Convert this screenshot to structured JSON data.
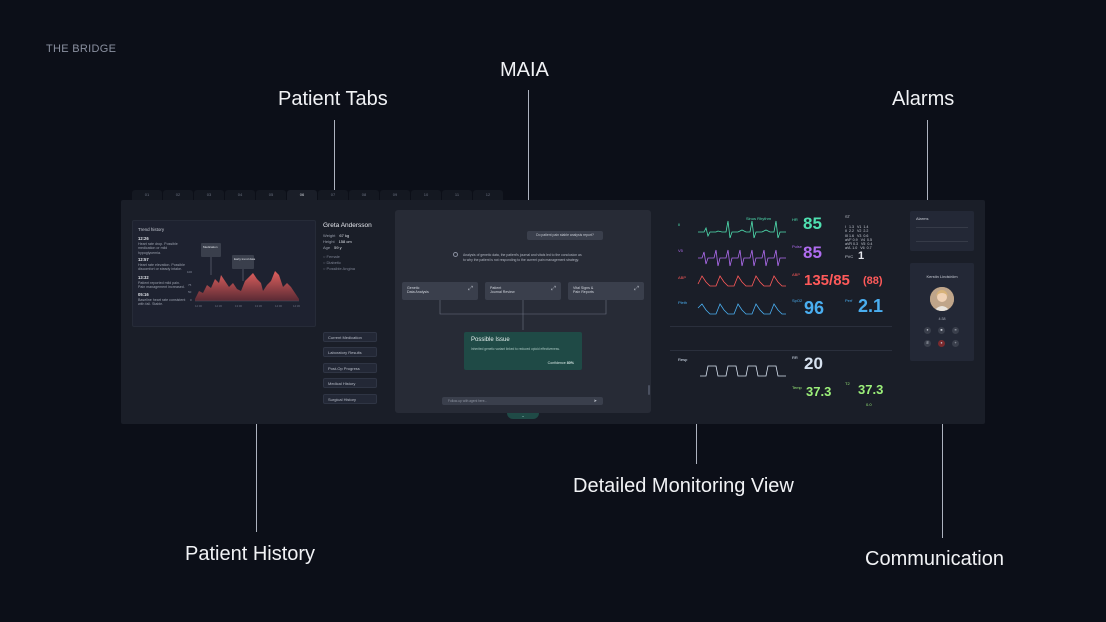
{
  "brand": "THE BRIDGE",
  "callouts": {
    "patient_tabs": "Patient Tabs",
    "maia": "MAIA",
    "alarms": "Alarms",
    "detailed_monitoring": "Detailed Monitoring View",
    "patient_history": "Patient History",
    "communication": "Communication"
  },
  "tabs": [
    "01",
    "02",
    "03",
    "04",
    "05",
    "06",
    "07",
    "08",
    "09",
    "10",
    "11",
    "12"
  ],
  "history": {
    "title": "Trend history",
    "events": [
      {
        "time": "12:26",
        "text": "Heart rate drop. Possible medication or mild hypoglycemia."
      },
      {
        "time": "12:57",
        "text": "Heart rate elevation. Possible discomfort or steady intake."
      },
      {
        "time": "13:32",
        "text": "Patient reported mild pain. Pain management increased."
      },
      {
        "time": "05:16",
        "text": "Baseline heart rate consistent with fall. Stable."
      }
    ],
    "tags": [
      "Medication",
      "Early trend data"
    ],
    "y_ticks": [
      "100",
      "75",
      "50",
      "0"
    ],
    "x_ticks": [
      "12:00",
      "12:30",
      "13:00",
      "13:30",
      "14:00",
      "14:30"
    ]
  },
  "patient": {
    "name": "Greta Andersson",
    "rows": [
      {
        "label": "Weight",
        "value": "67 kg"
      },
      {
        "label": "Height",
        "value": "158 cm"
      },
      {
        "label": "Age",
        "value": "59 y"
      }
    ],
    "checks": [
      "Female",
      "Diabetic",
      "Possible Angina"
    ],
    "records": [
      "Current Medication",
      "Laboratory Results",
      "Post-Op Progress",
      "Medical History",
      "Surgical History"
    ]
  },
  "maia": {
    "question": "Do patient pain stable analysis report?",
    "answer": "Analysis of genetic data, the patient's journal and vitals led to the conclusion as to why the patient is not responding to the current pain management strategy.",
    "cards": [
      {
        "line1": "Genetic",
        "line2": "Data Analysis"
      },
      {
        "line1": "Patient",
        "line2": "Journal Review"
      },
      {
        "line1": "Vital Signs &",
        "line2": "Pain Reports"
      }
    ],
    "issue": {
      "title": "Possible Issue",
      "desc": "Inherited genetic variant linked to reduced opioid effectiveness.",
      "confidence_label": "Confidence",
      "confidence_value": "80%"
    },
    "input_placeholder": "Follow-up with agent here...",
    "send_icon": "send-icon"
  },
  "monitor": {
    "ecg_label": "II",
    "rhythm": "Sinus Rhythm",
    "hr_label": "HR",
    "hr": "85",
    "v5_label": "V5",
    "pulse_label": "Pulse",
    "pulse": "85",
    "pvc_label": "PVC",
    "pvc": "1",
    "abp_label": "ABP",
    "abp": "135/85",
    "abp_mean": "(88)",
    "pleth_label": "Pleth",
    "spo2_label": "SpO2",
    "spo2": "96",
    "perf_label": "Perf",
    "perf": "2.1",
    "resp_label": "Resp",
    "rr_label": "RR",
    "rr": "20",
    "temp_label": "Temp",
    "temp1": "37.3",
    "t2_label": "T2",
    "temp2": "37.3",
    "delta": "0.0",
    "st_label": "ST",
    "st_rows": [
      "I   1.3   V1  1.4",
      "II  2.2   V2  2.2",
      "III 1.6   V3  0.6",
      "aVF 0.9   V4  0.5",
      "aVR 0.3   V5  0.4",
      "aVL 1.0   V6  0.7"
    ],
    "colors": {
      "ecg": "#4fe0b0",
      "pulse": "#b06cf0",
      "abp": "#ff5a5a",
      "pleth": "#4aaef0",
      "resp": "#d7e2f0",
      "temp": "#9cf07a"
    }
  },
  "alarms": {
    "title": "Alarms"
  },
  "communication": {
    "name": "Kerstin Lindström",
    "time": "4:38",
    "buttons": [
      "mic-icon",
      "video-icon",
      "chat-icon",
      "phone-icon",
      "end-call-icon",
      "add-icon"
    ]
  }
}
